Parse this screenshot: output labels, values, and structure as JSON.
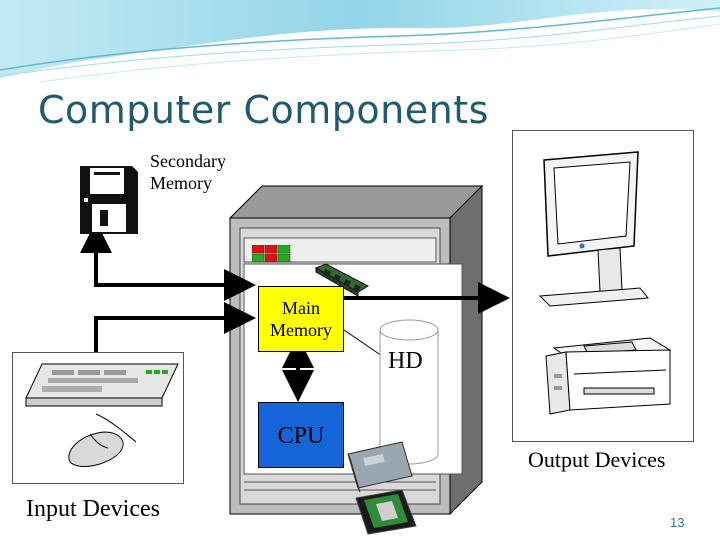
{
  "slide": {
    "title": "Computer Components",
    "page_number": "13"
  },
  "diagram": {
    "secondary_memory_label": "Secondary\nMemory",
    "main_memory_label": "Main\nMemory",
    "cpu_label": "CPU",
    "hd_label": "HD",
    "input_devices_label": "Input Devices",
    "output_devices_label": "Output Devices"
  },
  "colors": {
    "title": "#1f5a6e",
    "main_memory": "#ffff00",
    "cpu": "#1565d8",
    "accent_wave": "#8fd3e8"
  }
}
